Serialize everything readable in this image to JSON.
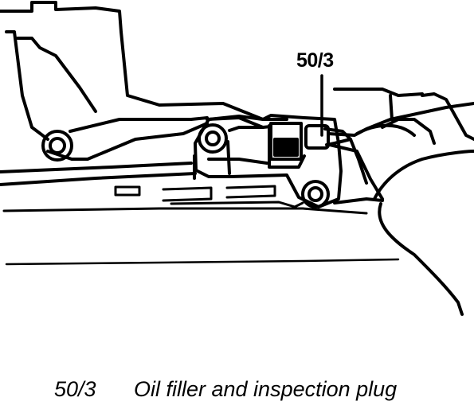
{
  "diagram": {
    "callout_label": "50/3",
    "caption": {
      "number": "50/3",
      "text": "Oil filler and inspection plug"
    }
  }
}
